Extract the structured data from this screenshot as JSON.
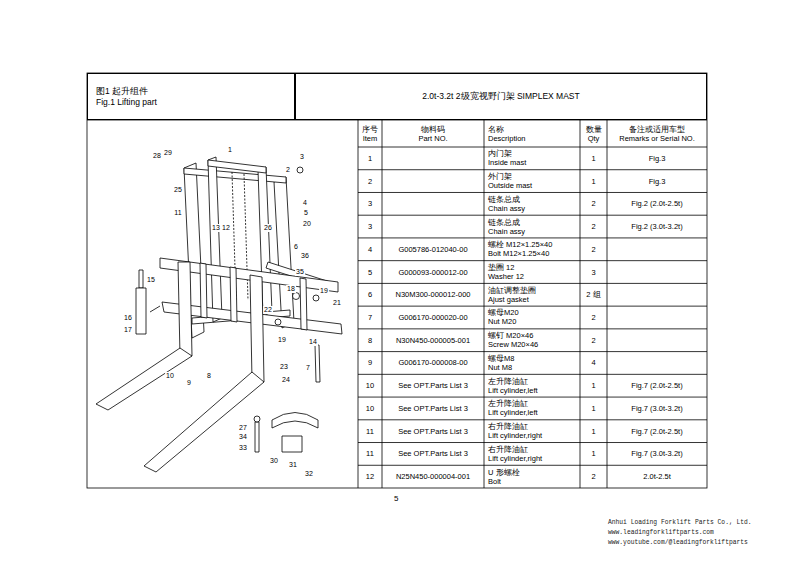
{
  "diagram": {
    "nodes": [
      {
        "text": [
          "图1 起升组件",
          "Fig.1 Lifting part"
        ]
      },
      {
        "text": [
          "2.0t-3.2t 2级宽视野门架 SIMPLEX MAST"
        ]
      }
    ],
    "labels": [
      "28",
      "29",
      "3",
      "1",
      "25",
      "11",
      "2",
      "4",
      "5",
      "20",
      "13",
      "12",
      "26",
      "6",
      "36",
      "35",
      "15",
      "16",
      "17",
      "18",
      "19",
      "21",
      "22",
      "19",
      "14",
      "10",
      "9",
      "8",
      "7",
      "23",
      "24",
      "27",
      "34",
      "33",
      "30",
      "31",
      "32",
      "序号",
      "Item",
      "物料码",
      "Part NO.",
      "名称",
      "Description",
      "数量",
      "Qty",
      "备注或适用车型",
      "Remarks or Serial NO.",
      "1",
      "内门架",
      "Inside mast",
      "1",
      "Fig.3",
      "2",
      "外门架",
      "Outside mast",
      "1",
      "Fig.3",
      "3",
      "链条总成",
      "Chain assy",
      "2",
      "Fig.2 (2.0t-2.5t)",
      "3",
      "链条总成",
      "Chain assy",
      "2",
      "Fig.2 (3.0t-3.2t)",
      "4",
      "G005786-012040-00",
      "螺栓 M12×1.25×40",
      "Bolt M12×1.25×40",
      "2",
      "5",
      "G000093-000012-00",
      "垫圈 12",
      "Washer 12",
      "3",
      "6",
      "N30M300-000012-000",
      "油缸调整垫圈",
      "Ajust gasket",
      "2 组",
      "7",
      "G006170-000020-00",
      "螺母M20",
      "Nut M20",
      "2",
      "8",
      "N30N450-000005-001",
      "螺钉 M20×46",
      "Screw M20×46",
      "2",
      "9",
      "G006170-000008-00",
      "螺母M8",
      "Nut M8",
      "4",
      "10",
      "See OPT.Parts List 3",
      "左升降油缸",
      "Lift cylinder,left",
      "1",
      "Fig.7 (2.0t-2.5t)",
      "10",
      "See OPT.Parts List 3",
      "左升降油缸",
      "Lift cylinder,left",
      "1",
      "Fig.7 (3.0t-3.2t)",
      "11",
      "See OPT.Parts List 3",
      "右升降油缸",
      "Lift cylinder,right",
      "1",
      "Fig.7 (2.0t-2.5t)",
      "11",
      "See OPT.Parts List 3",
      "右升降油缸",
      "Lift cylinder,right",
      "1",
      "Fig.7 (3.0t-3.2t)",
      "12",
      "N25N450-000004-001",
      "U 形螺栓",
      "Bolt",
      "2",
      "2.0t-2.5t",
      "5",
      "Anhui Loading Forklift Parts Co., Ltd.",
      "www.leadingforkliftparts.com",
      "www.youtube.com/@leadingforkliftparts"
    ]
  }
}
